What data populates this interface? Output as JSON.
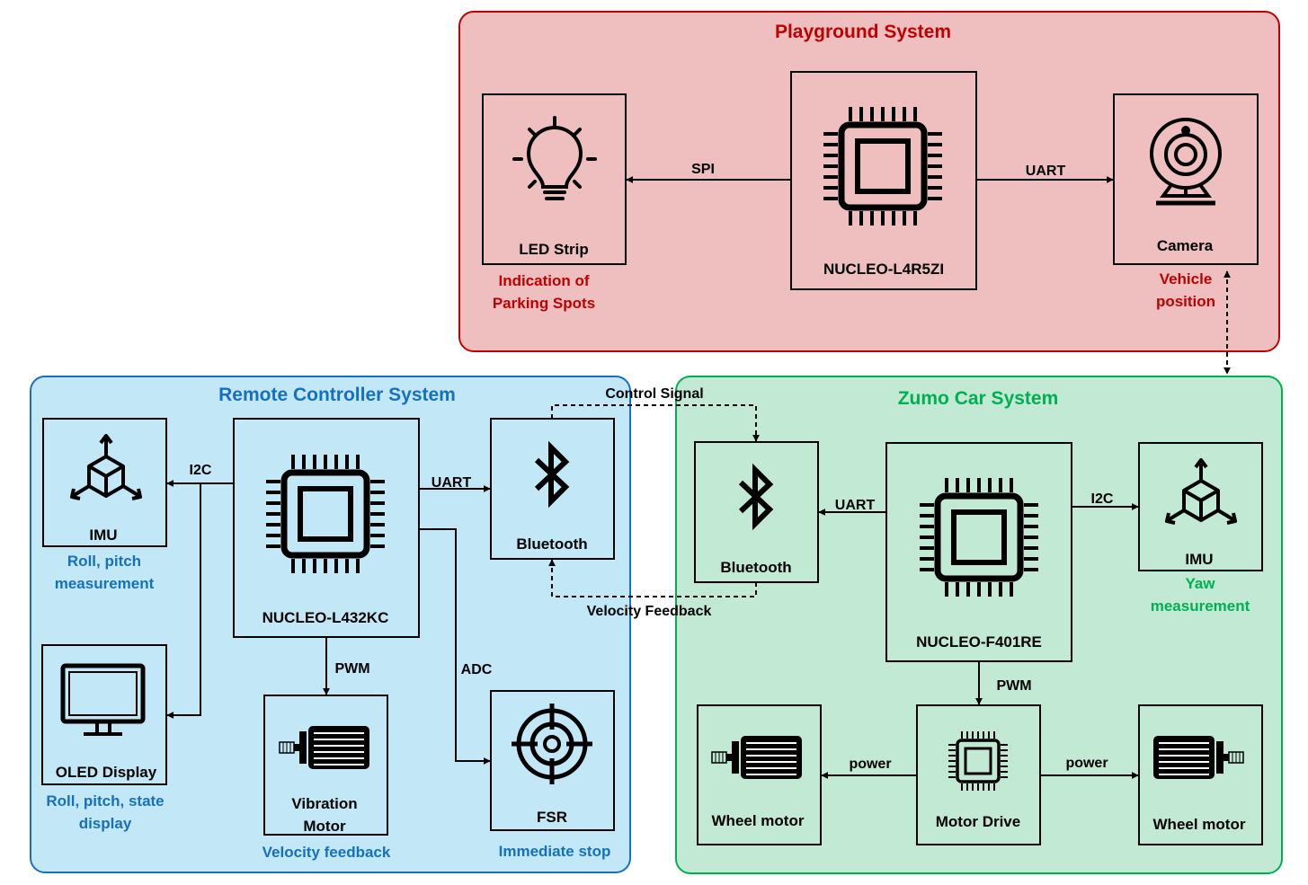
{
  "systems": {
    "playground": {
      "title": "Playground System",
      "fill": "#efbfc0",
      "stroke": "#c00000",
      "text_color": "#c00000"
    },
    "remote": {
      "title": "Remote Controller System",
      "fill": "#c2e8f7",
      "stroke": "#1570be",
      "text_color": "#1570be"
    },
    "zumo": {
      "title": "Zumo Car System",
      "fill": "#c1e9d4",
      "stroke": "#00b050",
      "text_color": "#00b050"
    }
  },
  "nodes": {
    "led_strip": {
      "label": "LED Strip",
      "icon": "lightbulb-icon"
    },
    "nucleo_l4r5zi": {
      "label": "NUCLEO-L4R5ZI",
      "icon": "chip-icon"
    },
    "camera": {
      "label": "Camera",
      "icon": "webcam-icon"
    },
    "rc_imu": {
      "label": "IMU",
      "icon": "cube-axes-icon"
    },
    "oled": {
      "label": "OLED Display",
      "icon": "monitor-icon"
    },
    "nucleo_l432kc": {
      "label": "NUCLEO-L432KC",
      "icon": "chip-icon"
    },
    "rc_bluetooth": {
      "label": "Bluetooth",
      "icon": "bluetooth-icon"
    },
    "vib_motor": {
      "label_line1": "Vibration",
      "label_line2": "Motor",
      "icon": "motor-icon"
    },
    "fsr": {
      "label": "FSR",
      "icon": "target-icon"
    },
    "car_bluetooth": {
      "label": "Bluetooth",
      "icon": "bluetooth-icon"
    },
    "nucleo_f401re": {
      "label": "NUCLEO-F401RE",
      "icon": "chip-icon"
    },
    "car_imu": {
      "label": "IMU",
      "icon": "cube-axes-icon"
    },
    "wheel_motor_left": {
      "label": "Wheel motor",
      "icon": "motor-icon"
    },
    "motor_drive": {
      "label": "Motor Drive",
      "icon": "chip-icon"
    },
    "wheel_motor_right": {
      "label": "Wheel motor",
      "icon": "motor-icon"
    }
  },
  "links": {
    "spi": "SPI",
    "uart_camera": "UART",
    "i2c_rc": "I2C",
    "uart_rc": "UART",
    "pwm_rc": "PWM",
    "adc": "ADC",
    "uart_car": "UART",
    "i2c_car": "I2C",
    "pwm_car": "PWM",
    "power_left": "power",
    "power_right": "power",
    "control_signal": "Control Signal",
    "velocity_feedback": "Velocity Feedback"
  },
  "notes": {
    "led_line1": "Indication of",
    "led_line2": "Parking Spots",
    "camera_line1": "Vehicle",
    "camera_line2": "position",
    "rc_imu_line1": "Roll, pitch",
    "rc_imu_line2": "measurement",
    "oled_line1": "Roll, pitch, state",
    "oled_line2": "display",
    "vib_motor": "Velocity feedback",
    "fsr": "Immediate stop",
    "car_imu_line1": "Yaw",
    "car_imu_line2": "measurement"
  },
  "colors": {
    "wireless": "#7030a0"
  }
}
